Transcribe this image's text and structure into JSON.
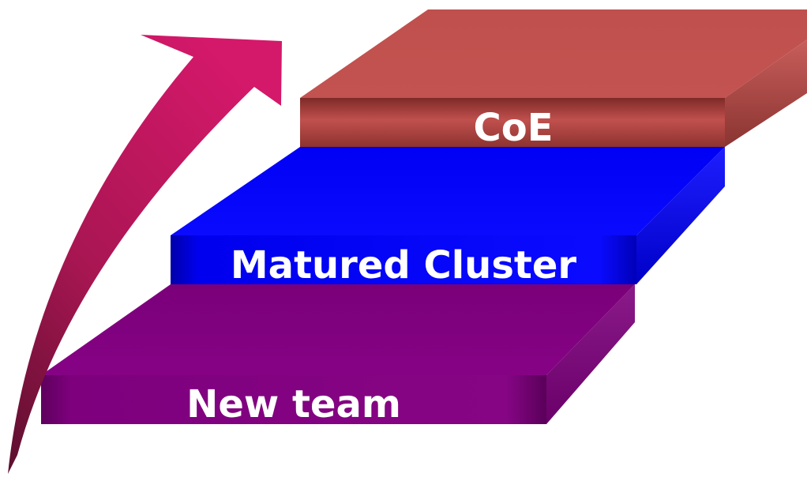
{
  "steps": [
    {
      "label": "New team",
      "color": "#800080"
    },
    {
      "label": "Matured Cluster",
      "color": "#0000FF"
    },
    {
      "label": "CoE",
      "color": "#C0504D"
    }
  ],
  "arrow": {
    "color": "#CC1666"
  }
}
